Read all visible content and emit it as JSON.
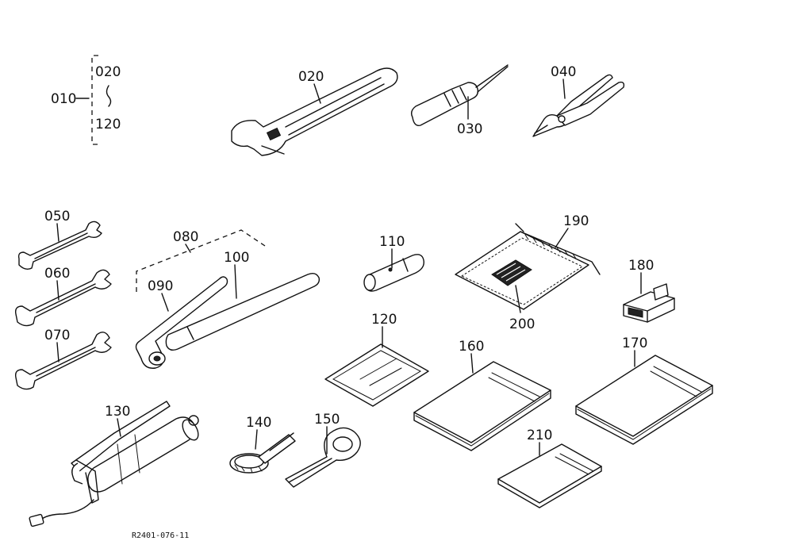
{
  "labels": {
    "l010": "010",
    "l020a": "020",
    "l120a": "120",
    "l020": "020",
    "l030": "030",
    "l040": "040",
    "l050": "050",
    "l060": "060",
    "l070": "070",
    "l080": "080",
    "l090": "090",
    "l100": "100",
    "l110": "110",
    "l120": "120",
    "l130": "130",
    "l140": "140",
    "l150": "150",
    "l160": "160",
    "l170": "170",
    "l180": "180",
    "l190": "190",
    "l200": "200",
    "l210": "210"
  },
  "reference_code": "R2401-076-11"
}
